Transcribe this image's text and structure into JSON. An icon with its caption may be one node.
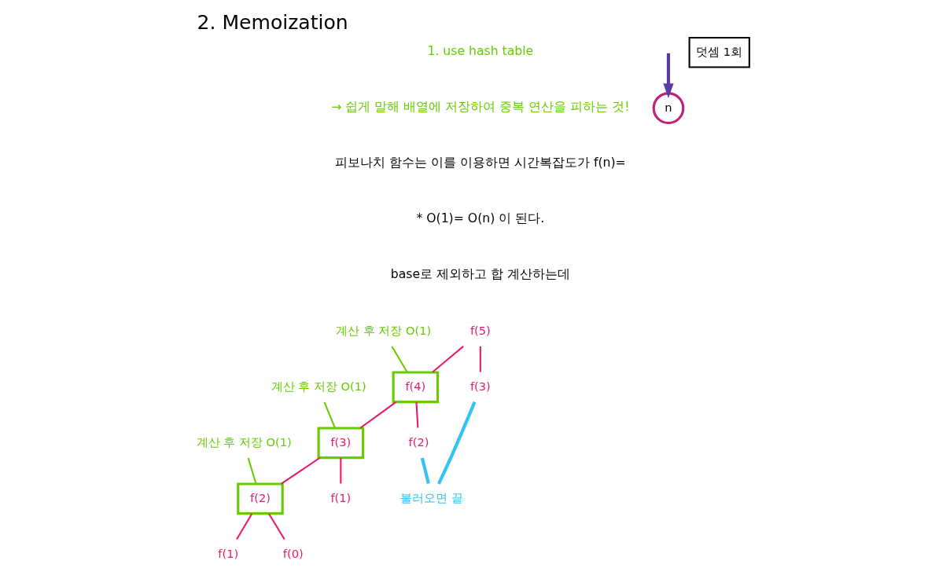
{
  "diagram": {
    "title": "2. Memoization",
    "nodes": [
      {
        "text": [
          "f(5)"
        ]
      },
      {
        "text": [
          "f(4)"
        ]
      },
      {
        "text": [
          "f(3)"
        ]
      },
      {
        "text": [
          "f(3)"
        ]
      },
      {
        "text": [
          "f(2)"
        ]
      },
      {
        "text": [
          "f(2)"
        ]
      },
      {
        "text": [
          "f(1)"
        ]
      },
      {
        "text": [
          "f(1)"
        ]
      },
      {
        "text": [
          "f(0)"
        ]
      },
      {
        "text": [
          "계산 후 저장 O(1)"
        ]
      },
      {
        "text": [
          "계산 후 저장 O(1)"
        ]
      },
      {
        "text": [
          "계산 후 저장 O(1)"
        ]
      },
      {
        "text": [
          "불러오면 끝"
        ]
      },
      {
        "text": [
          "n"
        ]
      },
      {
        "text": [
          "덧셈 1회"
        ]
      }
    ],
    "edges": [
      {
        "from": 0,
        "to": 1,
        "arrow": "none",
        "color": "#e8196b"
      },
      {
        "from": 0,
        "to": 2,
        "arrow": "none",
        "color": "#e8196b"
      },
      {
        "from": 1,
        "to": 3,
        "arrow": "none",
        "color": "#e8196b"
      },
      {
        "from": 1,
        "to": 4,
        "arrow": "none",
        "color": "#e8196b"
      },
      {
        "from": 3,
        "to": 5,
        "arrow": "none",
        "color": "#e8196b"
      },
      {
        "from": 3,
        "to": 6,
        "arrow": "none",
        "color": "#e8196b"
      },
      {
        "from": 5,
        "to": 7,
        "arrow": "none",
        "color": "#e8196b"
      },
      {
        "from": 5,
        "to": 8,
        "arrow": "none",
        "color": "#e8196b"
      },
      {
        "from": 9,
        "to": 1,
        "arrow": "none",
        "color": "#66cc00"
      },
      {
        "from": 10,
        "to": 3,
        "arrow": "none",
        "color": "#66cc00"
      },
      {
        "from": 11,
        "to": 5,
        "arrow": "none",
        "color": "#66cc00"
      },
      {
        "from": 2,
        "to": 12,
        "arrow": "none",
        "color": "#33c3f5",
        "style": "thick"
      },
      {
        "from": 4,
        "to": 12,
        "arrow": "none",
        "color": "#33c3f5",
        "style": "thick"
      },
      {
        "from": null,
        "to": 13,
        "arrow": "to",
        "color": "#5b3aa8",
        "style": "thick"
      }
    ],
    "labels": [
      "1. use hash table",
      "→ 쉽게 말해 배열에 저장하여 중복 연산을 피하는 것!",
      "피보나치 함수는 이를 이용하면 시간복잡도가 f(n)=",
      "* O(1)= O(n) 이 된다.",
      "base로 제외하고 합 계산하는데"
    ]
  }
}
